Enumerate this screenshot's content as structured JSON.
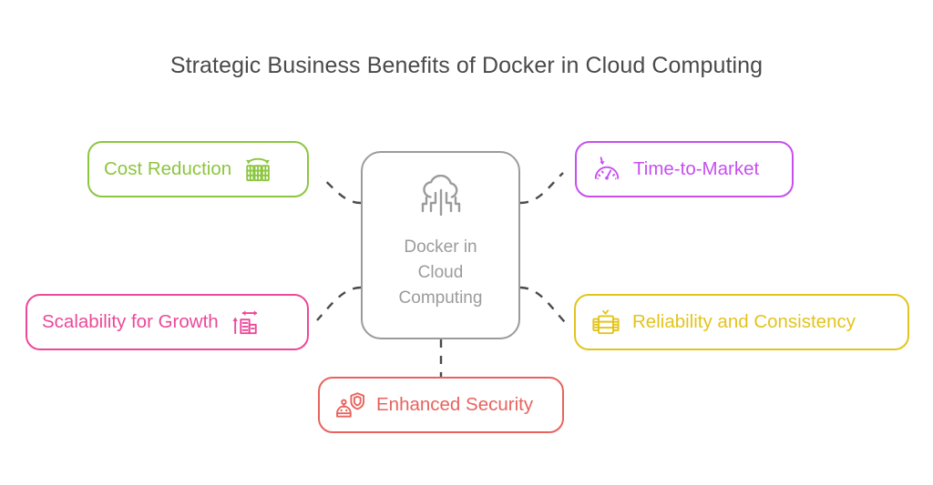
{
  "title": "Strategic Business Benefits of Docker in Cloud Computing",
  "center": {
    "label": "Docker in\nCloud\nComputing",
    "icon": "cloud-circuit-icon",
    "color": "#9b9b9b"
  },
  "nodes": [
    {
      "id": "cost-reduction",
      "label": "Cost Reduction",
      "icon": "cost-bars-arrow-icon",
      "color": "#8CC63F",
      "icon_side": "right"
    },
    {
      "id": "time-to-market",
      "label": "Time-to-Market",
      "icon": "speedometer-arrow-icon",
      "color": "#C64FF0",
      "icon_side": "left"
    },
    {
      "id": "scalability-for-growth",
      "label": "Scalability for Growth",
      "icon": "resize-building-icon",
      "color": "#EC4899",
      "icon_side": "right"
    },
    {
      "id": "reliability-and-consistency",
      "label": "Reliability and Consistency",
      "icon": "server-check-icon",
      "color": "#E3C41B",
      "icon_side": "left"
    },
    {
      "id": "enhanced-security",
      "label": "Enhanced Security",
      "icon": "robot-shield-icon",
      "color": "#E8635E",
      "icon_side": "left"
    }
  ],
  "connector": {
    "style": "dashed",
    "color": "#4a4a4a"
  },
  "background": "#ffffff"
}
